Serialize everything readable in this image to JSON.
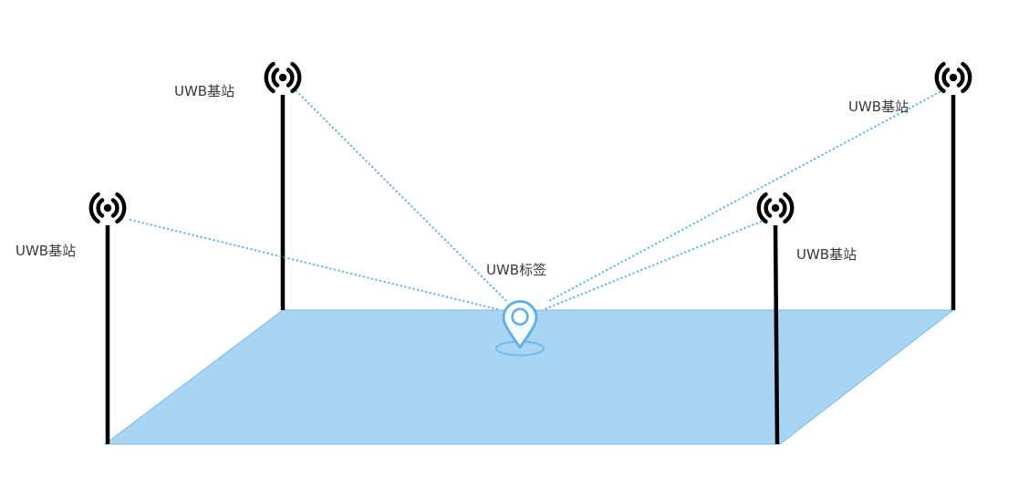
{
  "diagram_type": "uwb-positioning-schematic",
  "stations": [
    {
      "label": "UWB基站"
    },
    {
      "label": "UWB基站"
    },
    {
      "label": "UWB基站"
    },
    {
      "label": "UWB基站"
    }
  ],
  "tag": {
    "label": "UWB标签"
  },
  "colors": {
    "background": "#ffffff",
    "floor_fill": "#a9d5f5",
    "floor_stroke": "#7db9e8",
    "link_line": "#4fb3ef",
    "pin_stroke": "#5fb0e8",
    "antenna": "#000000",
    "label_text": "#3a3a3a"
  }
}
